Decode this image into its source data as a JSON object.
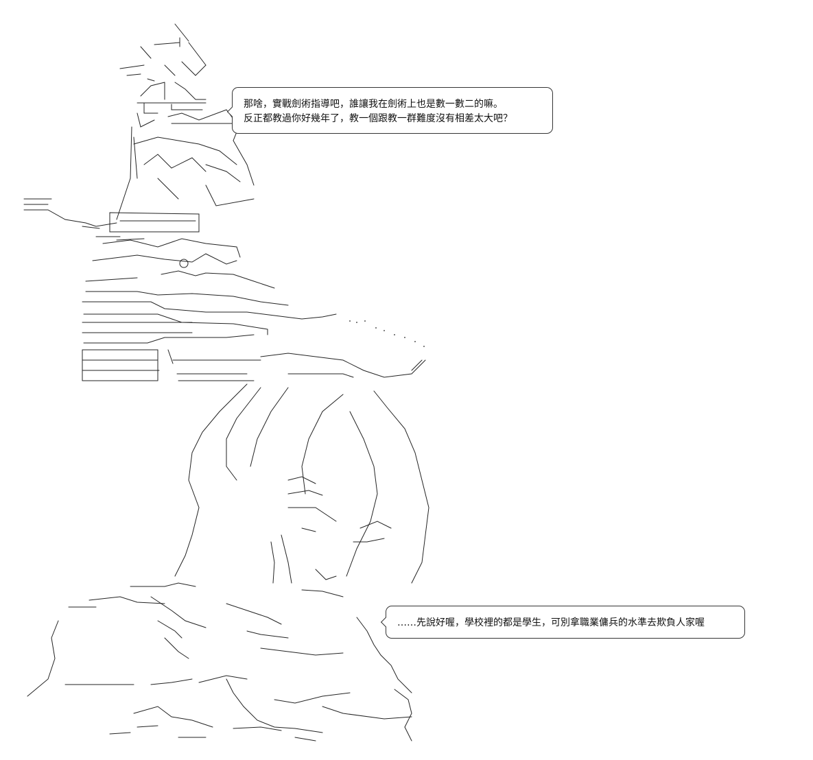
{
  "speech_bubbles": [
    {
      "lines": [
        "那啥，實戰劍術指導吧，誰讓我在劍術上也是數一數二的嘛。",
        "反正都教過你好幾年了，教一個跟教一群難度沒有相差太大吧？"
      ]
    },
    {
      "lines": [
        "……先說好喔，學校裡的都是學生，可別拿職業傭兵的水準去欺負人家喔"
      ]
    }
  ],
  "colors": {
    "background": "#ffffff",
    "ink": "#111111"
  }
}
